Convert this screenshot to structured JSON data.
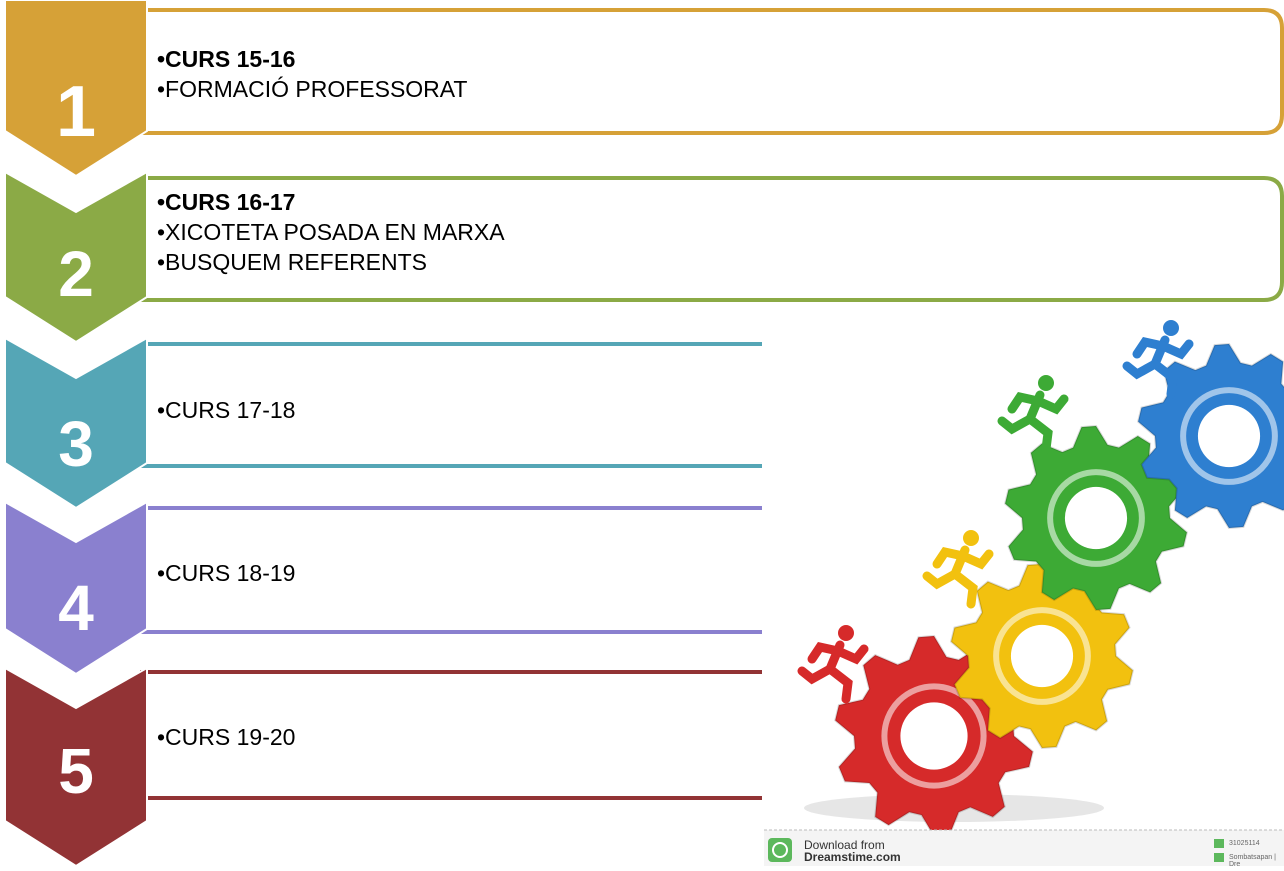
{
  "steps": [
    {
      "number": "1",
      "color": "#D6A137",
      "lines": [
        {
          "text": "•CURS 15-16",
          "bold": true
        },
        {
          "text": "•FORMACIÓ PROFESSORAT",
          "bold": false
        }
      ]
    },
    {
      "number": "2",
      "color": "#8BAA46",
      "lines": [
        {
          "text": "•CURS 16-17",
          "bold": true
        },
        {
          "text": "•XICOTETA POSADA EN MARXA",
          "bold": false
        },
        {
          "text": "•BUSQUEM REFERENTS",
          "bold": false
        }
      ]
    },
    {
      "number": "3",
      "color": "#55A6B6",
      "lines": [
        {
          "text": "•CURS 17-18",
          "bold": false
        }
      ]
    },
    {
      "number": "4",
      "color": "#8A80CF",
      "lines": [
        {
          "text": "•CURS 18-19",
          "bold": false
        }
      ]
    },
    {
      "number": "5",
      "color": "#923335",
      "lines": [
        {
          "text": "•CURS 19-20",
          "bold": false
        }
      ]
    }
  ],
  "photo": {
    "gear_colors": [
      "#D62A2A",
      "#F2C10F",
      "#3DAA35",
      "#2E7FD0"
    ],
    "runner_colors": [
      "#D62A2A",
      "#F2C10F",
      "#3DAA35",
      "#2E7FD0"
    ],
    "watermark": {
      "download_line": "Download from",
      "brand": "Dreamstime.com",
      "image_id": "31025114",
      "credit": "Sombatsapan | Dre"
    }
  }
}
